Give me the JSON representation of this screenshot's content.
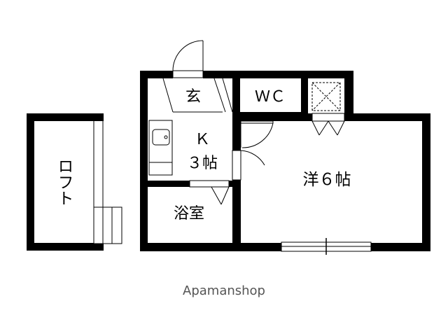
{
  "plan": {
    "rooms": {
      "genkan": "玄",
      "wc": "ＷＣ",
      "kitchen_k": "Ｋ",
      "kitchen_size": "３帖",
      "bath": "浴室",
      "western": "洋６帖",
      "loft": "ロフト"
    },
    "watermark": "Apamanshop"
  },
  "colors": {
    "wall": "#000000",
    "line": "#000000",
    "background": "#ffffff",
    "watermark": "#555555"
  }
}
